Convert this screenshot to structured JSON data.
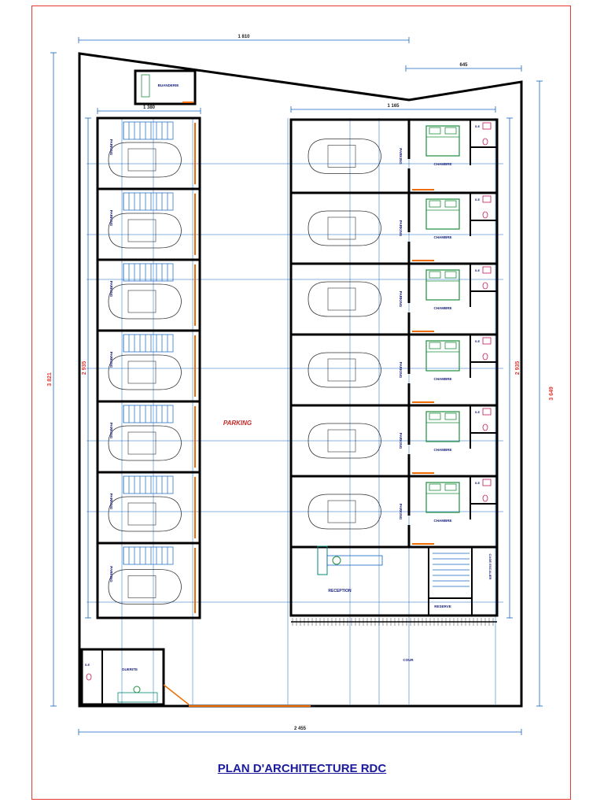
{
  "title": "PLAN D'ARCHITECTURE RDC",
  "dimensions": {
    "top": "1 810",
    "top_right": "645",
    "bottom": "2 455",
    "left": "3 821",
    "right": "3 649",
    "inner_right": "1 165",
    "inner_left": "1 380",
    "left_col_height": "2 935",
    "right_col_height": "2 935"
  },
  "rooms": {
    "buanderie": "BUANDERIE",
    "parking_main": "PARKING",
    "parking": "PARKING",
    "chambre": "CHAMBRE",
    "se": "S.E",
    "reception": "RECEPTION",
    "reserve": "RESERVE",
    "cage_escalier": "CAGE ESCALIER",
    "cour": "COUR",
    "guerite": "GUERITE"
  },
  "colors": {
    "wall": "#000000",
    "frame": "#e53935",
    "dimension": "#1565c0",
    "door": "#ef6c00",
    "furniture": "#1e8e3e",
    "stairs": "#1565c0",
    "sanitary": "#c2185b",
    "title": "#1a1a9c",
    "parking_label": "#c62828"
  }
}
